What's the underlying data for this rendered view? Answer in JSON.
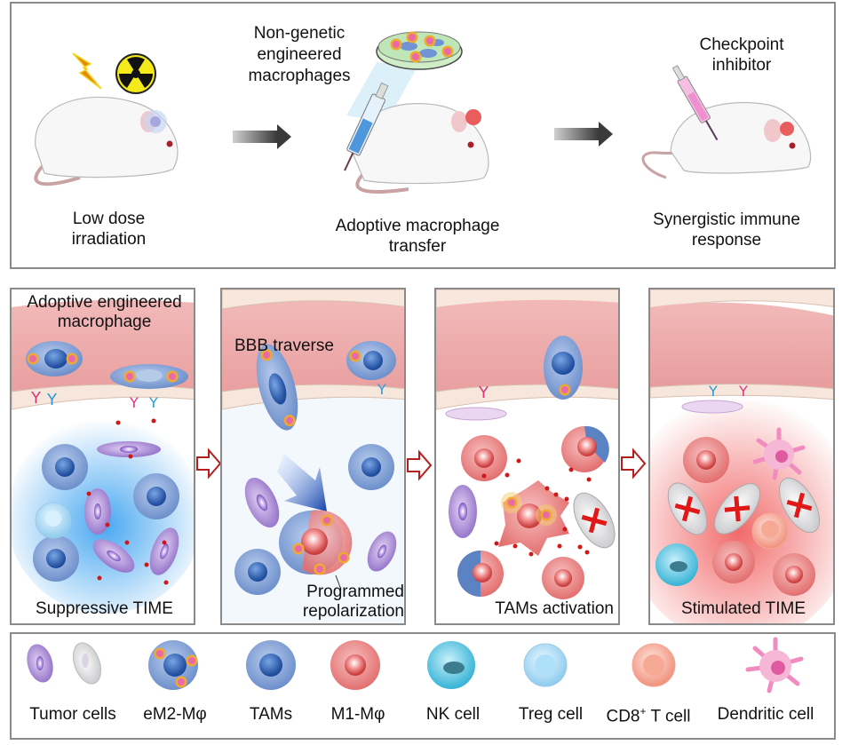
{
  "top_panel": {
    "steps": [
      {
        "label_line1": "Low dose",
        "label_line2": "irradiation",
        "icons": [
          "lightning-icon",
          "radiation-icon"
        ]
      },
      {
        "label_line1": "Adoptive macrophage",
        "label_line2": "transfer",
        "callout_line1": "Non-genetic",
        "callout_line2": "engineered",
        "callout_line3": "macrophages"
      },
      {
        "label_line1": "Synergistic immune",
        "label_line2": "response",
        "callout_line1": "Checkpoint",
        "callout_line2": "inhibitor"
      }
    ]
  },
  "stage_panels": [
    {
      "caption": "Suppressive TIME",
      "annotation_line1": "Adoptive engineered",
      "annotation_line2": "macrophage"
    },
    {
      "caption_line1": "Programmed",
      "caption_line2": "repolarization",
      "annotation": "BBB traverse"
    },
    {
      "caption": "TAMs activation"
    },
    {
      "caption": "Stimulated TIME"
    }
  ],
  "legend": {
    "items": [
      {
        "label": "Tumor cells"
      },
      {
        "label": "eM2-Mφ"
      },
      {
        "label": "TAMs"
      },
      {
        "label": "M1-Mφ"
      },
      {
        "label": "NK cell"
      },
      {
        "label": "Treg cell"
      },
      {
        "label_main": "CD8",
        "label_sup": "+",
        "label_tail": " T cell"
      },
      {
        "label": "Dendritic cell"
      }
    ]
  },
  "colors": {
    "vessel": "#e9a3a3",
    "tam_blue": "#5b83c4",
    "m1_red": "#e97c7c",
    "tumor_purple": "#a88ad0",
    "arrow_red": "#b41e1e",
    "frame_gray": "#8a8a8a"
  }
}
